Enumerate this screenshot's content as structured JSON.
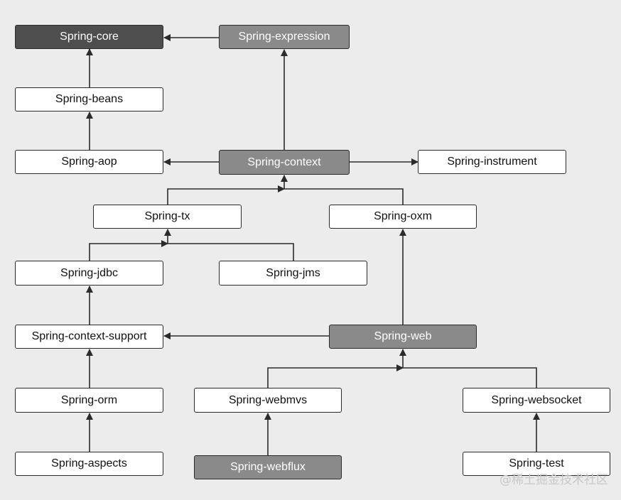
{
  "nodes": {
    "core": {
      "label": "Spring-core",
      "tone": "dark"
    },
    "expression": {
      "label": "Spring-expression",
      "tone": "mid"
    },
    "beans": {
      "label": "Spring-beans",
      "tone": "light"
    },
    "aop": {
      "label": "Spring-aop",
      "tone": "light"
    },
    "context": {
      "label": "Spring-context",
      "tone": "mid"
    },
    "instrument": {
      "label": "Spring-instrument",
      "tone": "light"
    },
    "tx": {
      "label": "Spring-tx",
      "tone": "light"
    },
    "oxm": {
      "label": "Spring-oxm",
      "tone": "light"
    },
    "jdbc": {
      "label": "Spring-jdbc",
      "tone": "light"
    },
    "jms": {
      "label": "Spring-jms",
      "tone": "light"
    },
    "context_support": {
      "label": "Spring-context-support",
      "tone": "light"
    },
    "web": {
      "label": "Spring-web",
      "tone": "mid"
    },
    "orm": {
      "label": "Spring-orm",
      "tone": "light"
    },
    "webmvs": {
      "label": "Spring-webmvs",
      "tone": "light"
    },
    "websocket": {
      "label": "Spring-websocket",
      "tone": "light"
    },
    "aspects": {
      "label": "Spring-aspects",
      "tone": "light"
    },
    "webflux": {
      "label": "Spring-webflux",
      "tone": "mid"
    },
    "test": {
      "label": "Spring-test",
      "tone": "light"
    }
  },
  "edges": [
    {
      "from": "expression",
      "to": "core"
    },
    {
      "from": "beans",
      "to": "core"
    },
    {
      "from": "aop",
      "to": "beans"
    },
    {
      "from": "context",
      "to": "aop"
    },
    {
      "from": "context",
      "to": "expression"
    },
    {
      "from": "context",
      "to": "instrument"
    },
    {
      "from": "tx",
      "to": "context"
    },
    {
      "from": "oxm",
      "to": "context"
    },
    {
      "from": "jdbc",
      "to": "tx"
    },
    {
      "from": "jms",
      "to": "tx"
    },
    {
      "from": "context_support",
      "to": "jdbc"
    },
    {
      "from": "web",
      "to": "context_support"
    },
    {
      "from": "web",
      "to": "oxm"
    },
    {
      "from": "orm",
      "to": "context_support"
    },
    {
      "from": "webmvs",
      "to": "web"
    },
    {
      "from": "websocket",
      "to": "web"
    },
    {
      "from": "aspects",
      "to": "orm"
    },
    {
      "from": "webflux",
      "to": "webmvs"
    },
    {
      "from": "test",
      "to": "websocket"
    }
  ],
  "colors": {
    "dark": "#4e4e4e",
    "mid": "#8a8a8a",
    "light": "#ffffff",
    "line": "#2b2b2b"
  },
  "watermark": "@稀土掘金技术社区"
}
